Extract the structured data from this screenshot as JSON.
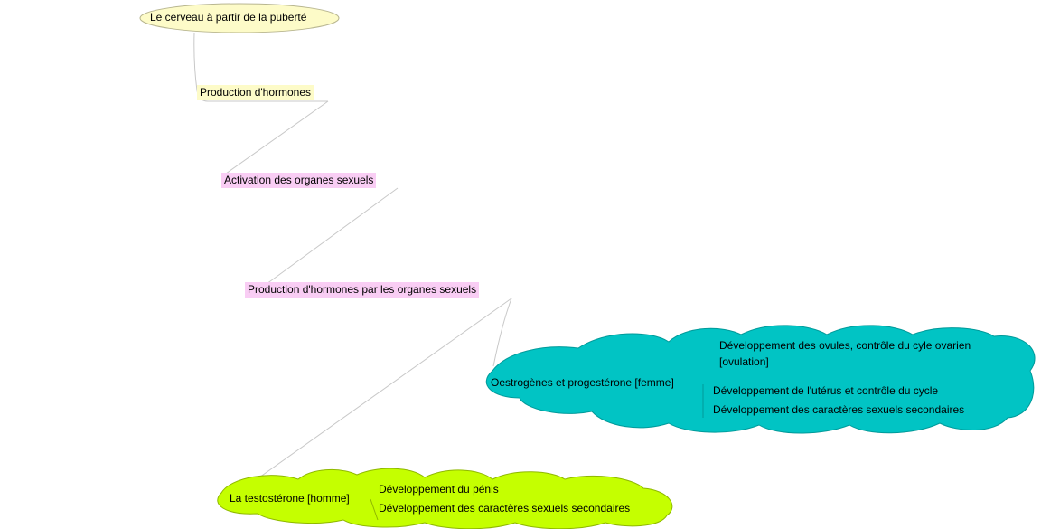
{
  "colors": {
    "root_fill": "#fdfbc8",
    "root_stroke": "#b8b690",
    "level1_fill": "#fdfbc8",
    "pink_fill": "#f9cdf4",
    "teal_fill": "#01c4c4",
    "teal_stroke": "#019a9a",
    "lime_fill": "#c5ff00",
    "lime_stroke": "#8fb800",
    "connector": "#c8c8c8"
  },
  "nodes": {
    "root": "Le cerveau à partir de la puberté",
    "production": "Production d'hormones",
    "activation": "Activation des organes sexuels",
    "production_organes": "Production d'hormones par les organes sexuels",
    "female": {
      "label": "Oestrogènes et progestérone [femme]",
      "children": [
        "Développement des ovules, contrôle du cyle ovarien",
        "[ovulation]",
        "Développement de l'utérus et contrôle du cycle",
        "Développement des caractères sexuels secondaires"
      ]
    },
    "male": {
      "label": "La testostérone [homme]",
      "children": [
        "Développement du pénis",
        "Développement des caractères sexuels secondaires"
      ]
    }
  }
}
